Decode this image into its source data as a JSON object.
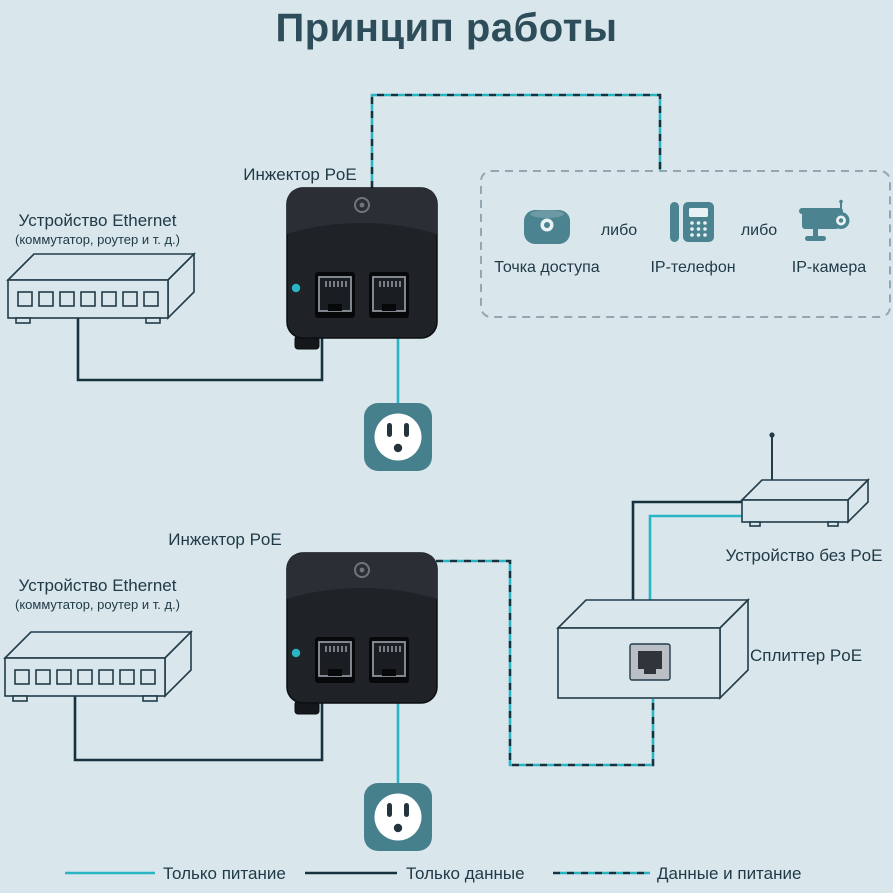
{
  "title": "Принцип работы",
  "colors": {
    "background": "#d9e7ec",
    "title": "#2e4d5a",
    "text": "#203a47",
    "power_line": "#2ab5c4",
    "data_line": "#16323f",
    "outlet_body": "#47808d",
    "icon_teal": "#4b8391",
    "lineart_stroke": "#223c49"
  },
  "scenario_top": {
    "source_device": {
      "line1": "Устройство Ethernet",
      "line2": "(коммутатор, роутер и т. д.)"
    },
    "injector_label": "Инжектор PoE",
    "powered_devices_box": {
      "separator": "либо",
      "items": [
        {
          "icon": "access-point-icon",
          "label": "Точка доступа"
        },
        {
          "icon": "ip-phone-icon",
          "label": "IP-телефон"
        },
        {
          "icon": "ip-camera-icon",
          "label": "IP-камера"
        }
      ]
    }
  },
  "scenario_bottom": {
    "source_device": {
      "line1": "Устройство Ethernet",
      "line2": "(коммутатор, роутер и т. д.)"
    },
    "injector_label": "Инжектор PoE",
    "splitter_label": "Сплиттер PoE",
    "no_poe_device_label": "Устройство без PoE"
  },
  "legend": {
    "power_only": "Только питание",
    "data_only": "Только данные",
    "data_and_power": "Данные и питание"
  }
}
